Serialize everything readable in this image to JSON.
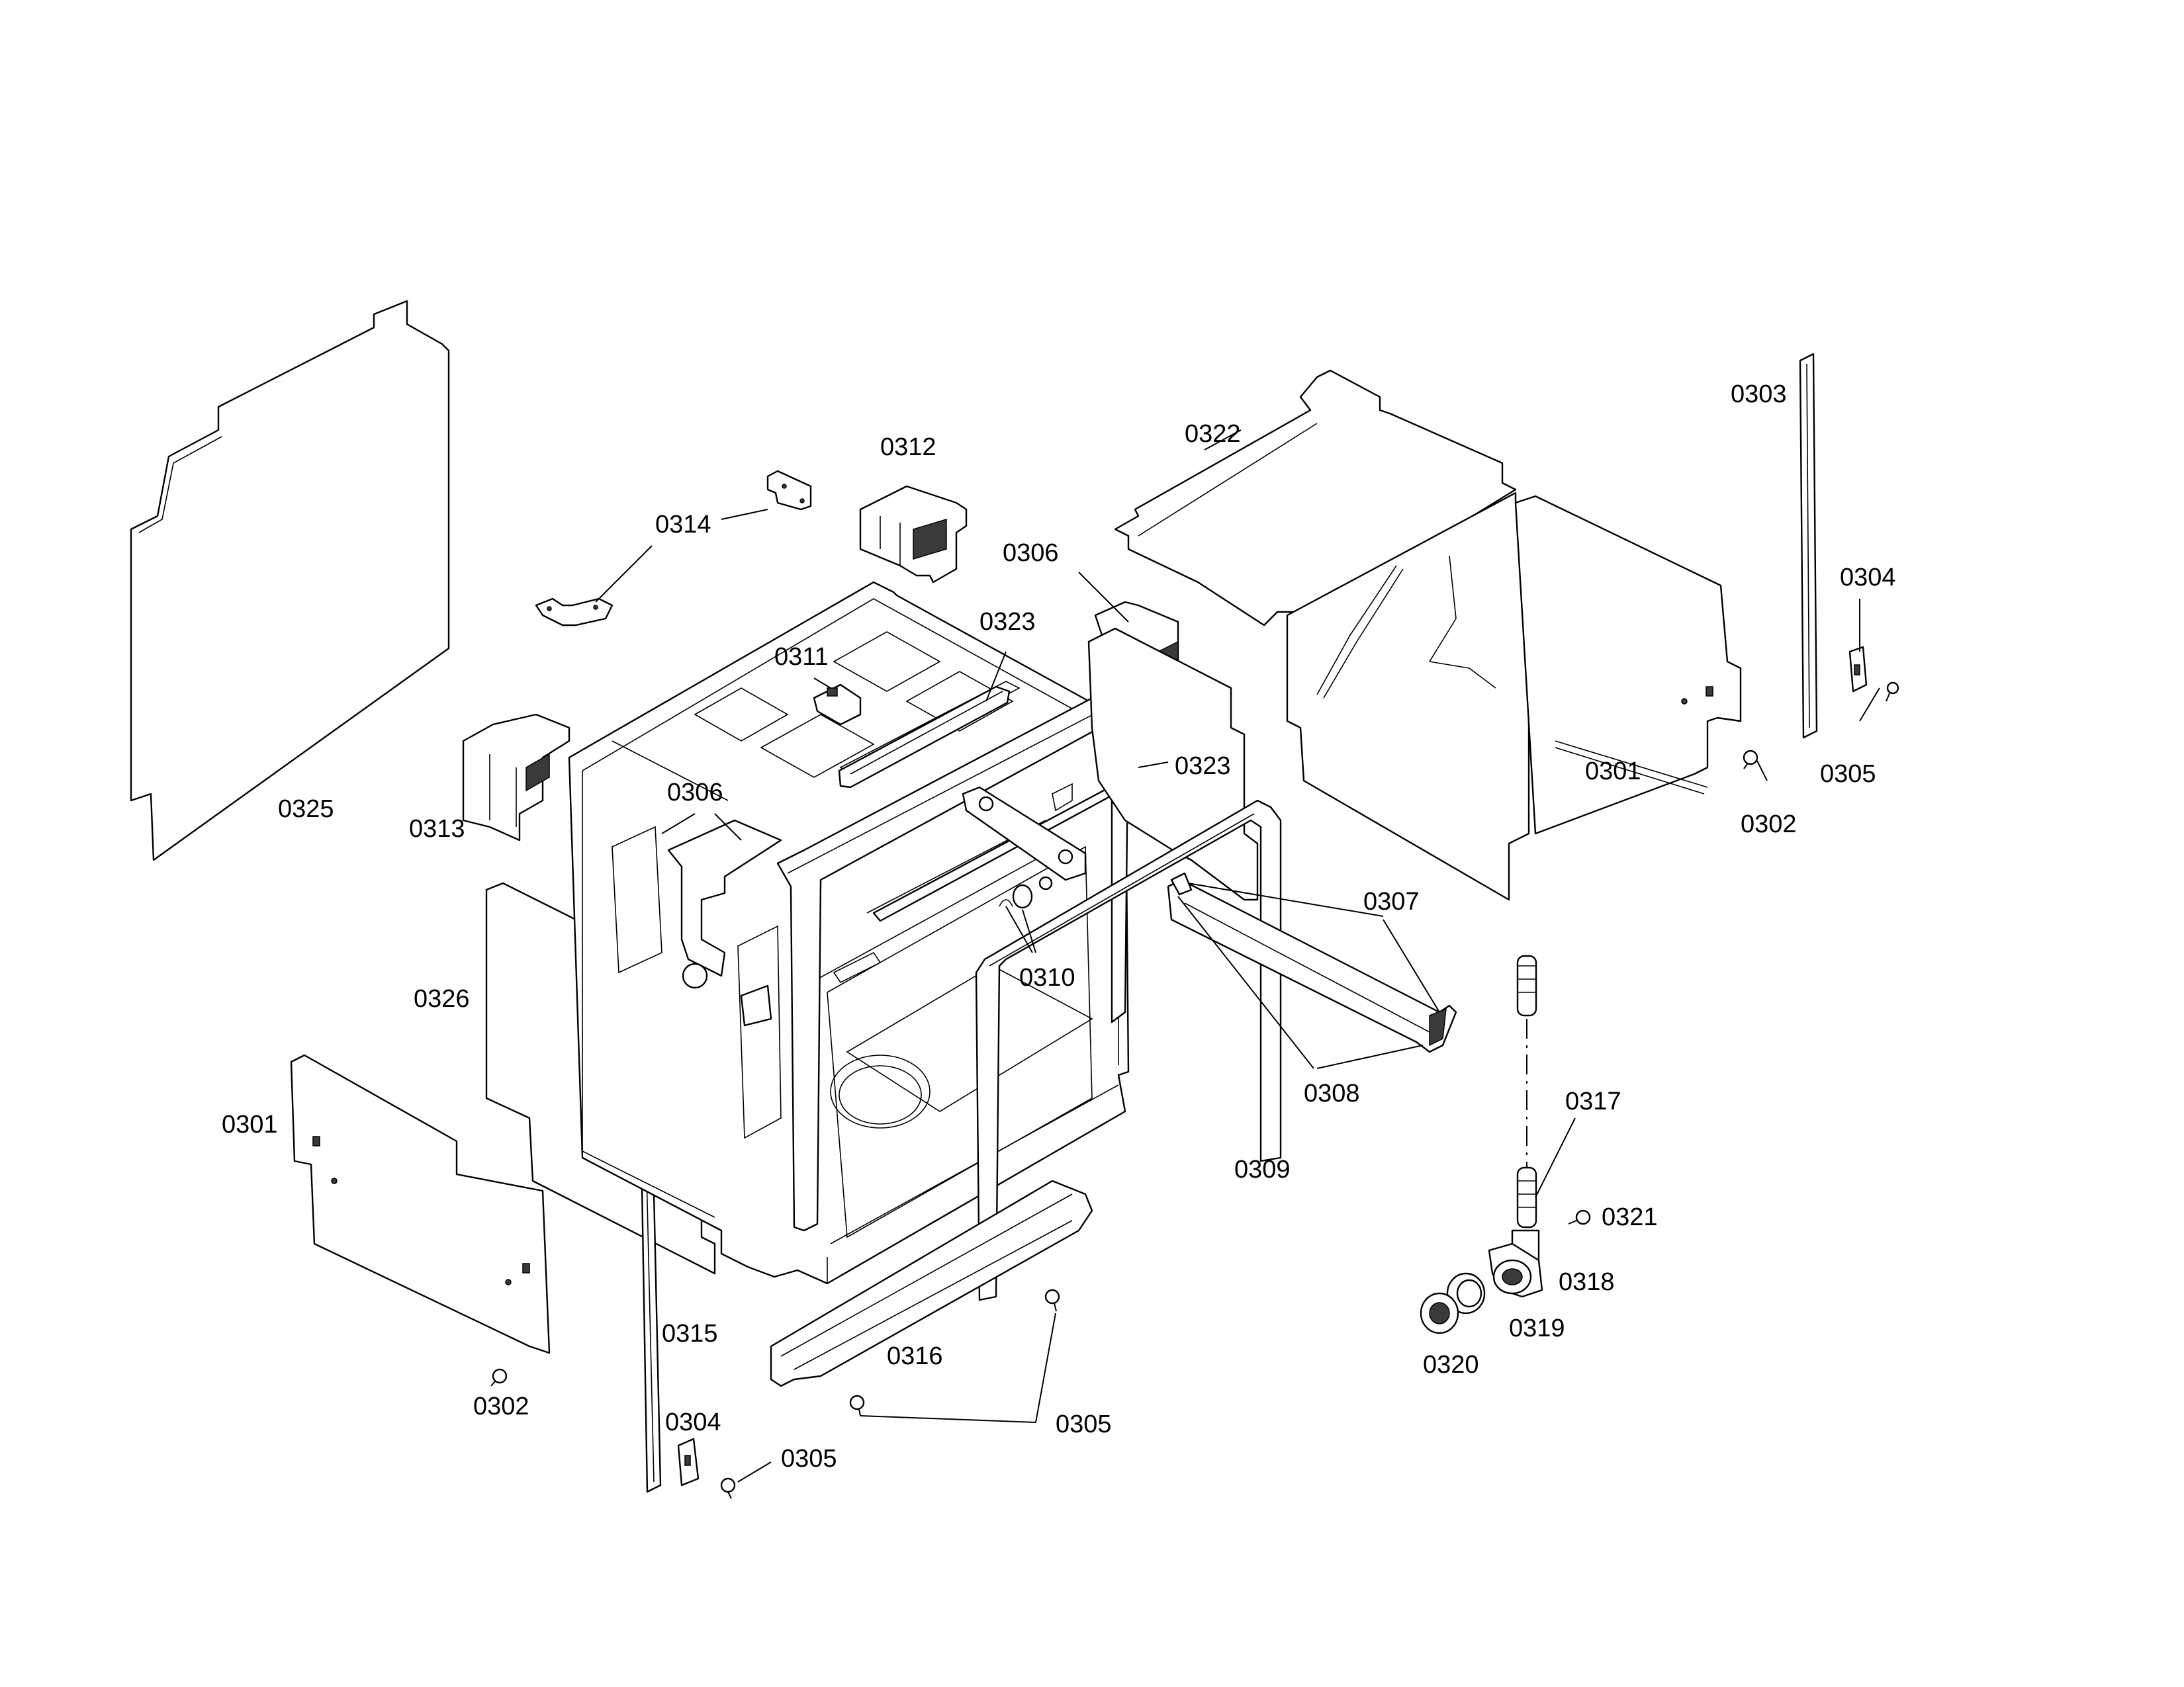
{
  "diagram": {
    "labels": [
      "0325",
      "0313",
      "0314",
      "0312",
      "0311",
      "0306",
      "0323",
      "0323",
      "0306",
      "0322",
      "0303",
      "0304",
      "0305",
      "0301",
      "0302",
      "0326",
      "0310",
      "0307",
      "0308",
      "0309",
      "0301",
      "0302",
      "0315",
      "0304",
      "0305",
      "0316",
      "0305",
      "0317",
      "0321",
      "0318",
      "0319",
      "0320"
    ]
  }
}
